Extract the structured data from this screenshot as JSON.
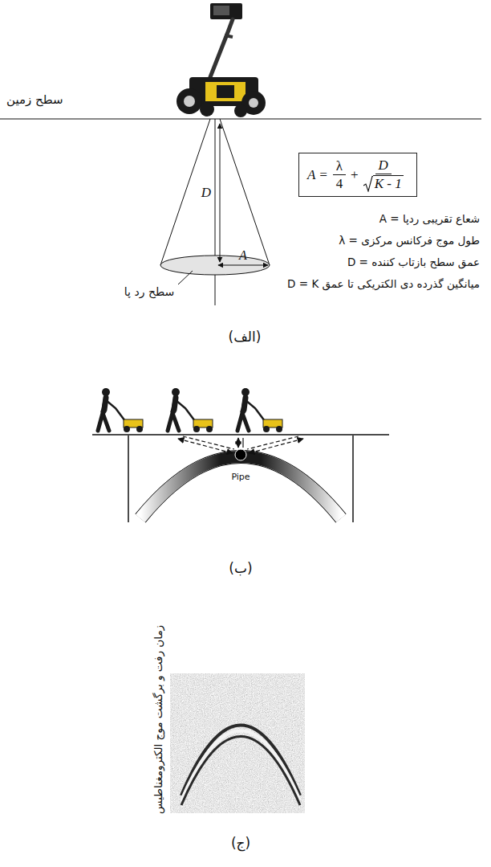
{
  "diagram": {
    "nodes": [
      {
        "text": [
          "A =",
          "λ",
          "4",
          "+",
          "D",
          "K - 1"
        ]
      }
    ],
    "labels": [
      "سطح زمین",
      "D",
      "A",
      "شعاع تقریبی ردپا = A",
      "طول موج فرکانس مرکزی = λ",
      "عمق سطح بازتاب کننده = D",
      "میانگین گذرده دی الکتریکی تا عمق D = K",
      "سطح رد پا",
      "(الف)",
      "Pipe",
      "(ب)",
      "زمان رفت و برگشت موج الکترومغناطیس",
      "(ج)"
    ]
  }
}
